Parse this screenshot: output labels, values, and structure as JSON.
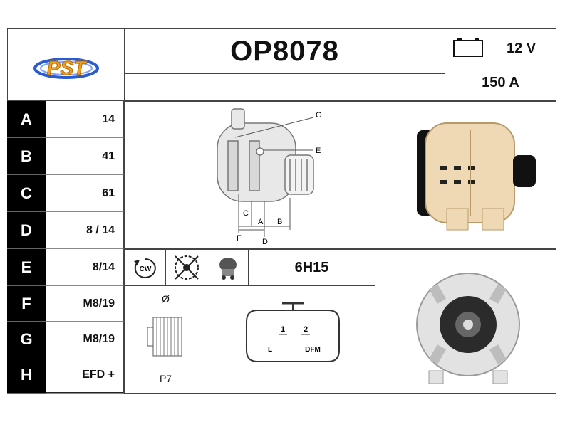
{
  "logo_text": "PST",
  "part_number": "OP8078",
  "voltage": "12 V",
  "amperage": "150 A",
  "dimensions": [
    {
      "letter": "A",
      "value": "14"
    },
    {
      "letter": "B",
      "value": "41"
    },
    {
      "letter": "C",
      "value": "61"
    },
    {
      "letter": "D",
      "value": "8 / 14"
    },
    {
      "letter": "E",
      "value": "8/14"
    },
    {
      "letter": "F",
      "value": "M8/19"
    },
    {
      "letter": "G",
      "value": "M8/19"
    },
    {
      "letter": "H",
      "value": "EFD +"
    }
  ],
  "diagram_labels": {
    "g": "G",
    "e": "E",
    "c": "C",
    "a": "A",
    "b": "B",
    "f": "F",
    "d": "D"
  },
  "rotation": "CW",
  "regulator_code": "6H15",
  "pulley": {
    "symbol": "Ø",
    "type": "P7"
  },
  "connector": {
    "pin1": "1",
    "pin2": "2",
    "label_left": "L",
    "label_right": "DFM"
  },
  "colors": {
    "border": "#222222",
    "letter_bg": "#000000",
    "logo_orange": "#f0a020",
    "logo_blue": "#2a5bd0"
  }
}
